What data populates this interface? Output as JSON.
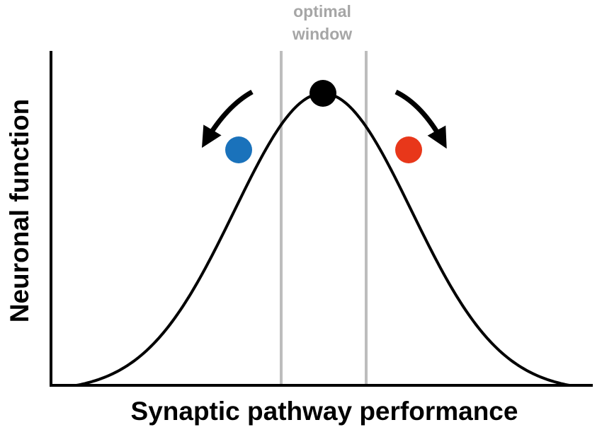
{
  "diagram": {
    "x_axis_label": "Synaptic pathway performance",
    "y_axis_label": "Neuronal function",
    "window_label_line1": "optimal",
    "window_label_line2": "window"
  },
  "markers": [
    {
      "name": "too-low-state",
      "color": "#1a72bb"
    },
    {
      "name": "optimal-state",
      "color": "#000000"
    },
    {
      "name": "too-high-state",
      "color": "#e8371a"
    }
  ],
  "colors": {
    "curve": "#000000",
    "axes": "#000000",
    "window_lines": "#bdbdbd",
    "window_label": "#a6a6a6",
    "arrows": "#000000"
  }
}
